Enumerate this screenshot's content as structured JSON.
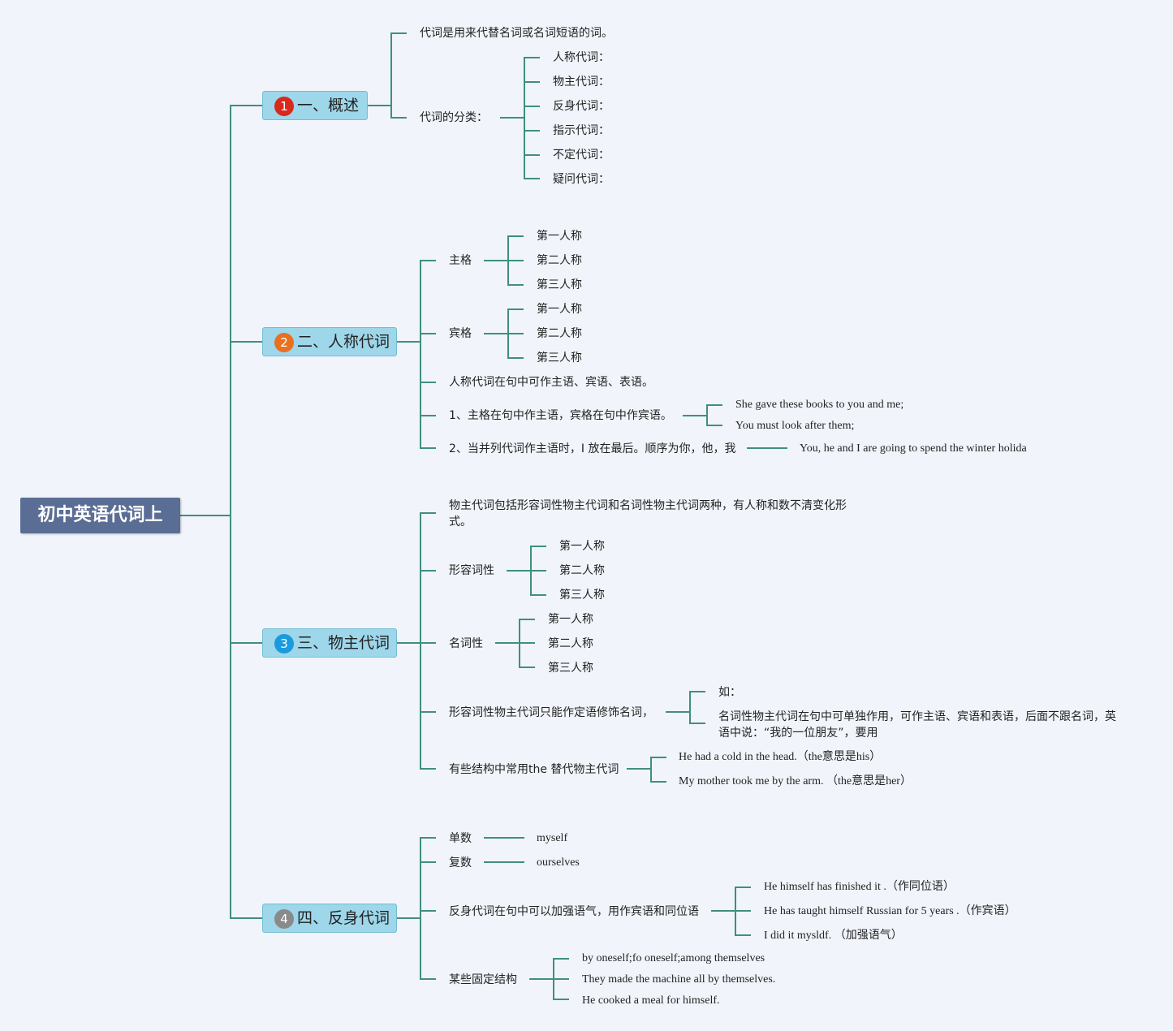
{
  "root": {
    "title": "初中英语代词上"
  },
  "branches": [
    {
      "number": "1",
      "badge_color": "#d9291c",
      "title": "一、概述",
      "definition": "代词是用来代替名词或名词短语的词。",
      "classification": {
        "label": "代词的分类：",
        "items": [
          "人称代词：",
          "物主代词：",
          "反身代词：",
          "指示代词：",
          "不定代词：",
          "疑问代词："
        ]
      }
    },
    {
      "number": "2",
      "badge_color": "#e8711f",
      "title": "二、人称代词",
      "subject_case": {
        "label": "主格",
        "items": [
          "第一人称",
          "第二人称",
          "第三人称"
        ]
      },
      "object_case": {
        "label": "宾格",
        "items": [
          "第一人称",
          "第二人称",
          "第三人称"
        ]
      },
      "usage": "人称代词在句中可作主语、宾语、表语。",
      "rule1": {
        "text": "1、主格在句中作主语，宾格在句中作宾语。",
        "examples": [
          "She gave these books to you and me;",
          "You must look after them;"
        ]
      },
      "rule2": {
        "text": "2、当并列代词作主语时，I 放在最后。顺序为你，他，我",
        "example": "You, he and I are going to spend the winter holida"
      }
    },
    {
      "number": "3",
      "badge_color": "#1a9be0",
      "title": "三、物主代词",
      "intro": "物主代词包括形容词性物主代词和名词性物主代词两种，有人称和数不清变化形式。",
      "adjectival": {
        "label": "形容词性",
        "items": [
          "第一人称",
          "第二人称",
          "第三人称"
        ]
      },
      "nominal": {
        "label": "名词性",
        "items": [
          "第一人称",
          "第二人称",
          "第三人称"
        ]
      },
      "modifier_rule": {
        "text": "形容词性物主代词只能作定语修饰名词，",
        "items": [
          "如：",
          "名词性物主代词在句中可单独作用，可作主语、宾语和表语，后面不跟名词，英语中说：“我的一位朋友”，要用"
        ]
      },
      "the_rule": {
        "text": "有些结构中常用the 替代物主代词",
        "examples": [
          "He had a cold in the head.（the意思是his）",
          "My mother took me by the arm. （the意思是her）"
        ]
      }
    },
    {
      "number": "4",
      "badge_color": "#8a8a8a",
      "title": "四、反身代词",
      "singular": {
        "label": "单数",
        "value": "myself"
      },
      "plural": {
        "label": "复数",
        "value": "ourselves"
      },
      "emphasis": {
        "text": "反身代词在句中可以加强语气，用作宾语和同位语",
        "examples": [
          "He himself has finished it .（作同位语）",
          "He has taught himself Russian for 5 years .（作宾语）",
          "I did it mysldf. （加强语气）"
        ]
      },
      "fixed": {
        "label": "某些固定结构",
        "examples": [
          "by oneself;fo oneself;among themselves",
          "They made the machine all by themselves.",
          "He cooked a meal for himself."
        ]
      }
    }
  ]
}
